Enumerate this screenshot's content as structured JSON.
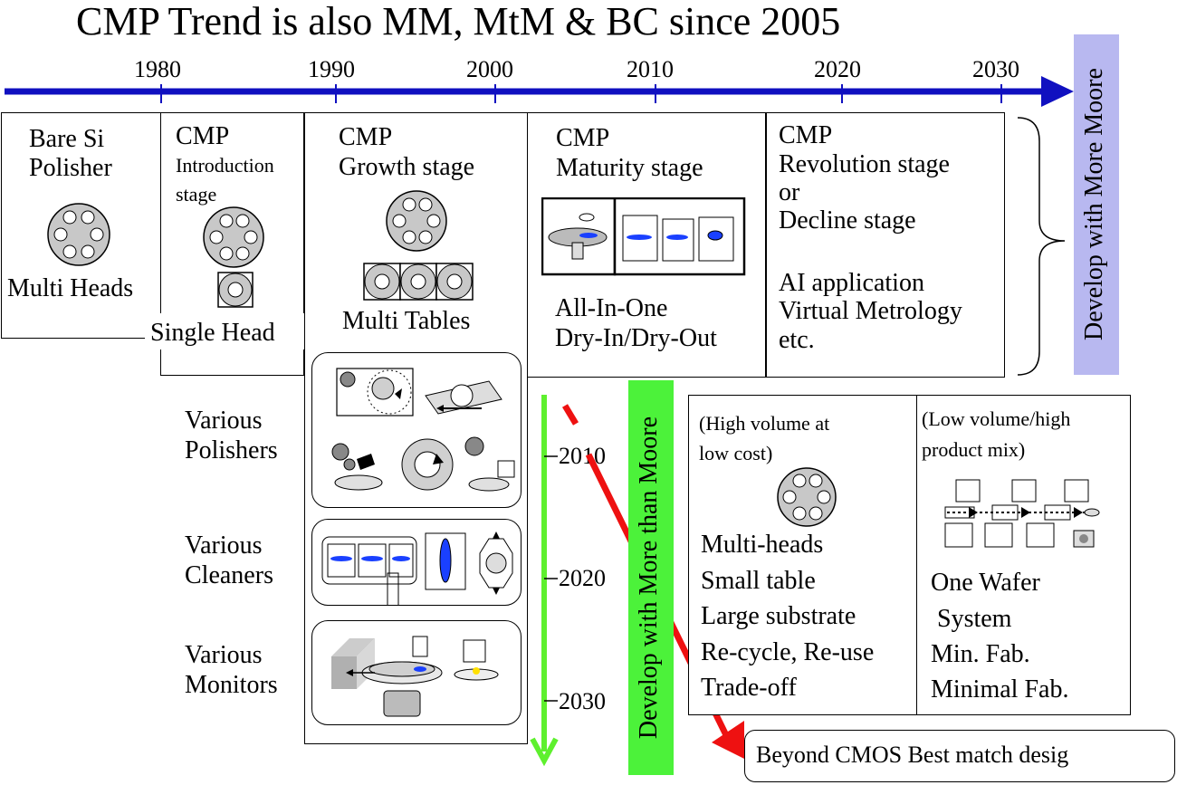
{
  "title": "CMP Trend is also MM, MtM & BC since 2005",
  "timeline": {
    "years": [
      "1980",
      "1990",
      "2000",
      "2010",
      "2020",
      "2030"
    ],
    "arrow_color": "#1010c0"
  },
  "stages": {
    "bare_si": {
      "line1": "Bare Si",
      "line2": "Polisher",
      "caption": "Multi Heads"
    },
    "introduction": {
      "line1": "CMP",
      "line2": "Introduction",
      "line3": "stage",
      "caption": "Single Head"
    },
    "growth": {
      "line1": "CMP",
      "line2": "Growth stage",
      "caption": "Multi Tables"
    },
    "maturity": {
      "line1": "CMP",
      "line2": "Maturity stage",
      "caption1": "All-In-One",
      "caption2": "Dry-In/Dry-Out"
    },
    "revolution": {
      "line1": "CMP",
      "line2": "Revolution stage",
      "line3": "or",
      "line4": "Decline stage",
      "line5": "AI application",
      "line6": "Virtual Metrology",
      "line7": "etc."
    }
  },
  "more_moore": {
    "label": "Develop with More Moore",
    "bg": "#b8b8f0"
  },
  "more_than_moore": {
    "label": "Develop with More than Moore",
    "bg": "#4cf23a"
  },
  "various": {
    "polishers": {
      "line1": "Various",
      "line2": "Polishers"
    },
    "cleaners": {
      "line1": "Various",
      "line2": "Cleaners"
    },
    "monitors": {
      "line1": "Various",
      "line2": "Monitors"
    }
  },
  "green_axis": {
    "ticks": [
      "2010",
      "2020",
      "2030"
    ],
    "color": "#5ef02e"
  },
  "red_arrow_color": "#ee1111",
  "high_volume": {
    "header1": "(High volume at",
    "header2": "low cost)",
    "items": [
      "Multi-heads",
      "Small table",
      "Large substrate",
      "Re-cycle, Re-use",
      "Trade-off"
    ]
  },
  "low_volume": {
    "header1": "(Low volume/high",
    "header2": "product mix)",
    "items": [
      "One Wafer",
      " System",
      "Min. Fab.",
      "Minimal Fab."
    ]
  },
  "beyond_cmos": "Beyond CMOS Best match desig"
}
